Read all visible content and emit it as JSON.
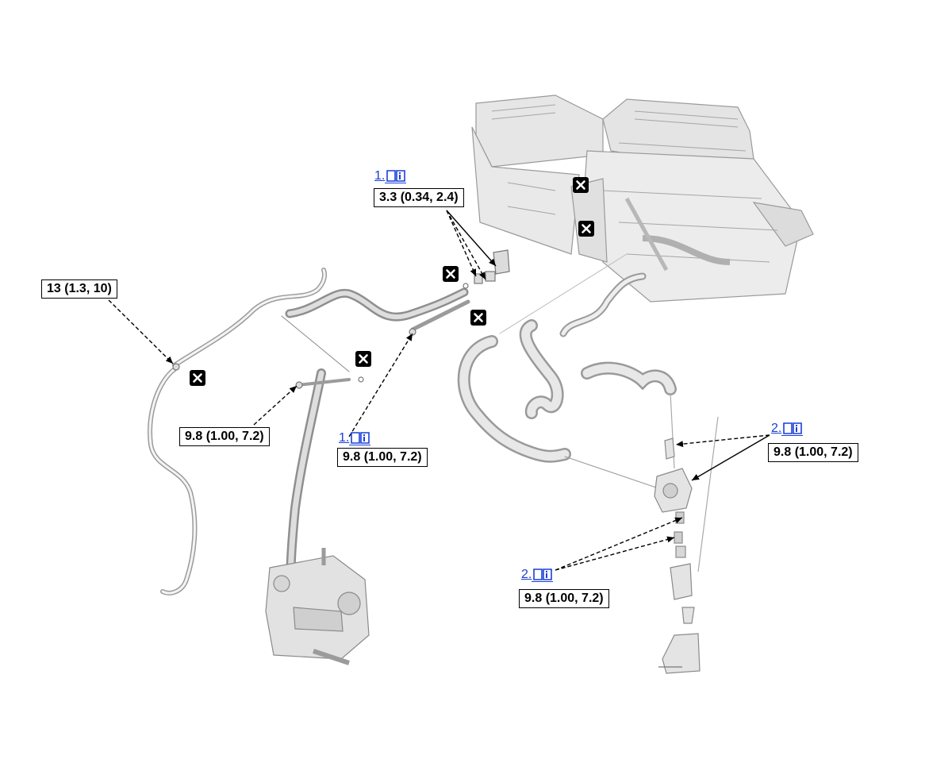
{
  "torque_labels": {
    "t1": "3.3 (0.34, 2.4)",
    "t2": "13 (1.3, 10)",
    "t3": "9.8 (1.00, 7.2)",
    "t4": "9.8 (1.00, 7.2)",
    "t5": "9.8 (1.00, 7.2)",
    "t6": "9.8 (1.00, 7.2)"
  },
  "refs": {
    "r1": "1.",
    "r2": "1.",
    "r3": "2.",
    "r4": "2."
  },
  "icons": {
    "reference": "info-book-icon",
    "replace": "do-not-reuse-icon"
  },
  "colors": {
    "link": "#1a3fd8",
    "parts": "#c9c9c9"
  }
}
